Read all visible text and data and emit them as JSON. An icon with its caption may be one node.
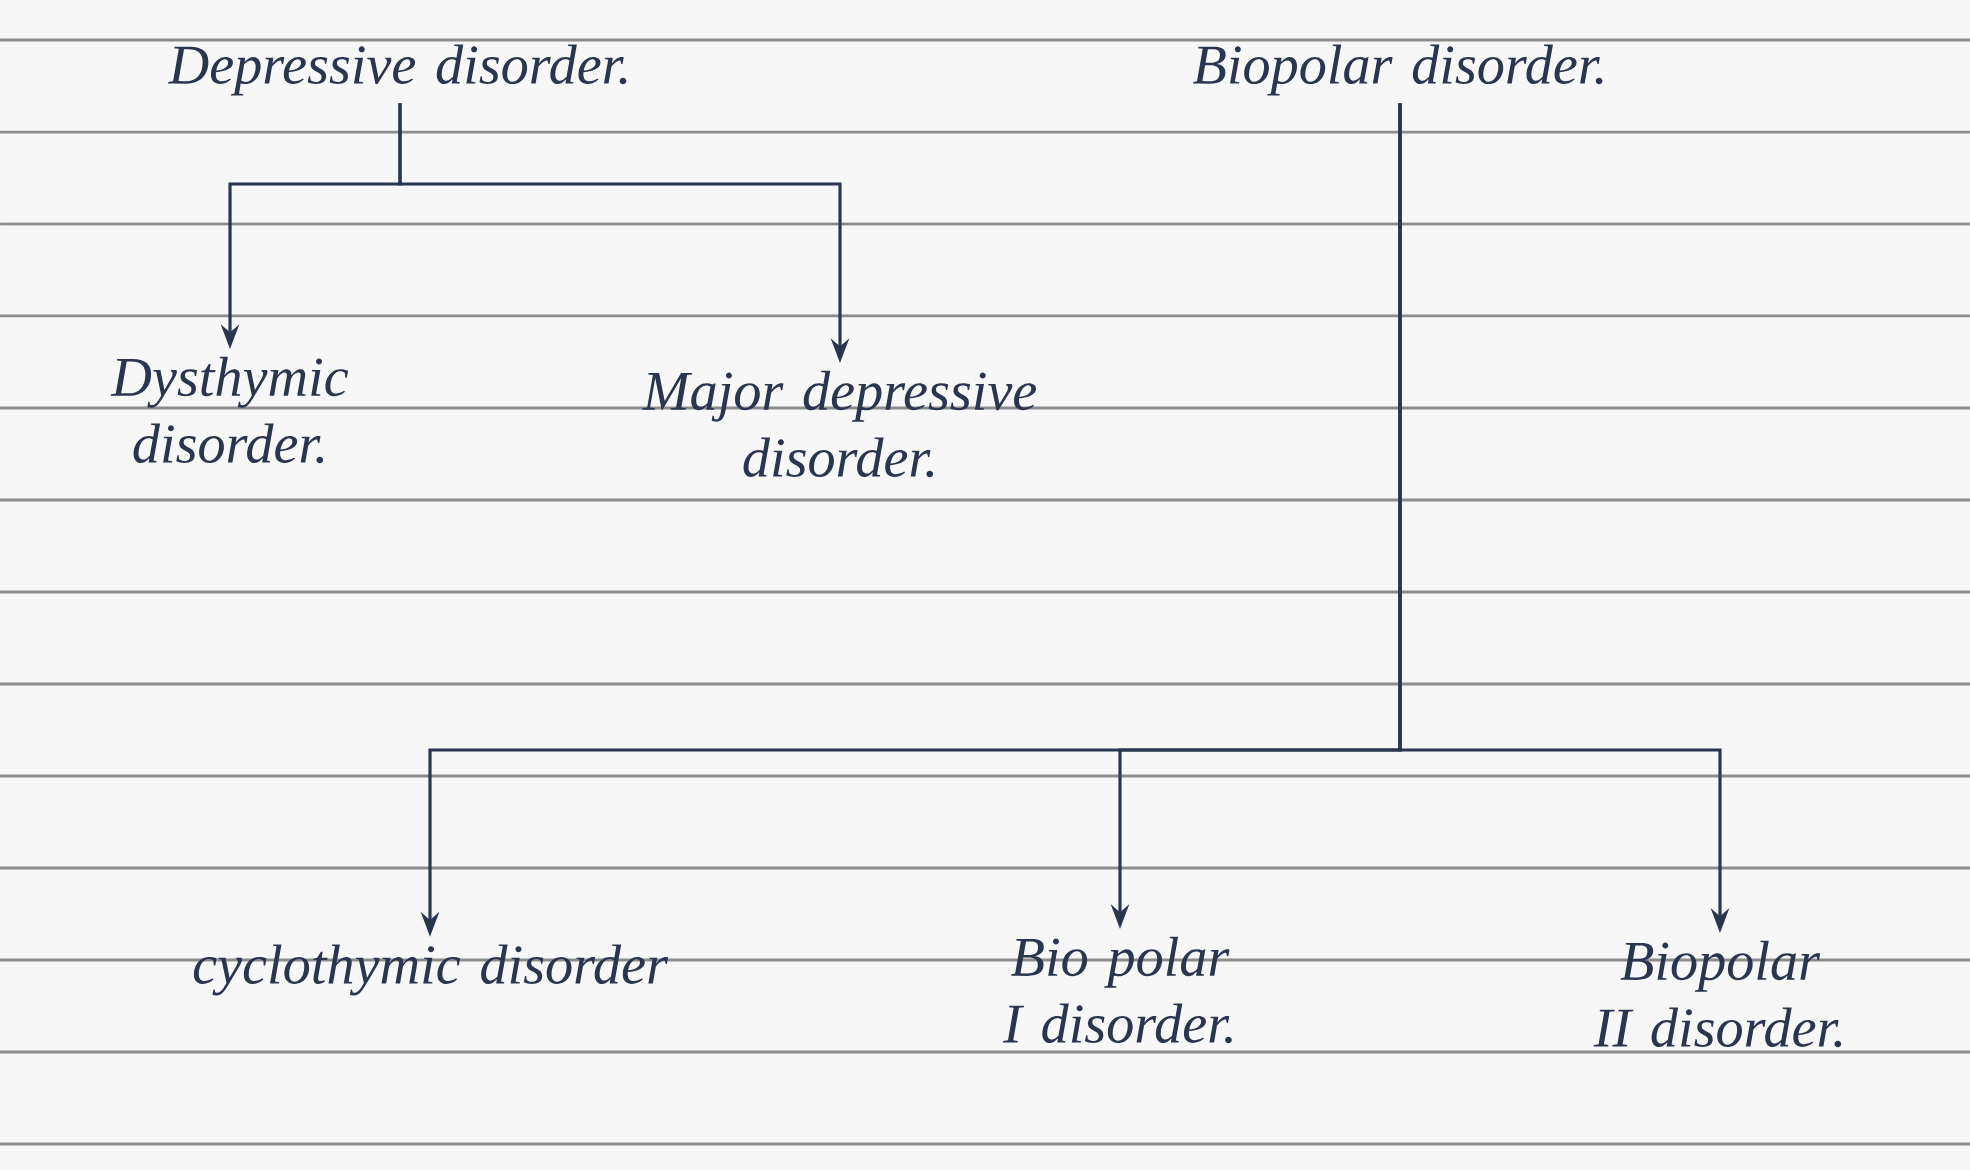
{
  "diagram": {
    "nodes": [
      {
        "text": [
          "Depressive disorder."
        ]
      },
      {
        "text": [
          "Biopolar disorder."
        ]
      },
      {
        "text": [
          "Dysthymic disorder."
        ]
      },
      {
        "text": [
          "Major depressive disorder."
        ]
      },
      {
        "text": [
          "cyclothymic disorder"
        ]
      },
      {
        "text": [
          "Bio polar I disorder."
        ]
      },
      {
        "text": [
          "Biopolar II disorder."
        ]
      }
    ],
    "edges": [
      {
        "from": 0,
        "to": 2,
        "arrow": "to"
      },
      {
        "from": 0,
        "to": 3,
        "arrow": "to"
      },
      {
        "from": 1,
        "to": 4,
        "arrow": "to"
      },
      {
        "from": 1,
        "to": 5,
        "arrow": "to"
      },
      {
        "from": 1,
        "to": 6,
        "arrow": "to"
      }
    ]
  }
}
